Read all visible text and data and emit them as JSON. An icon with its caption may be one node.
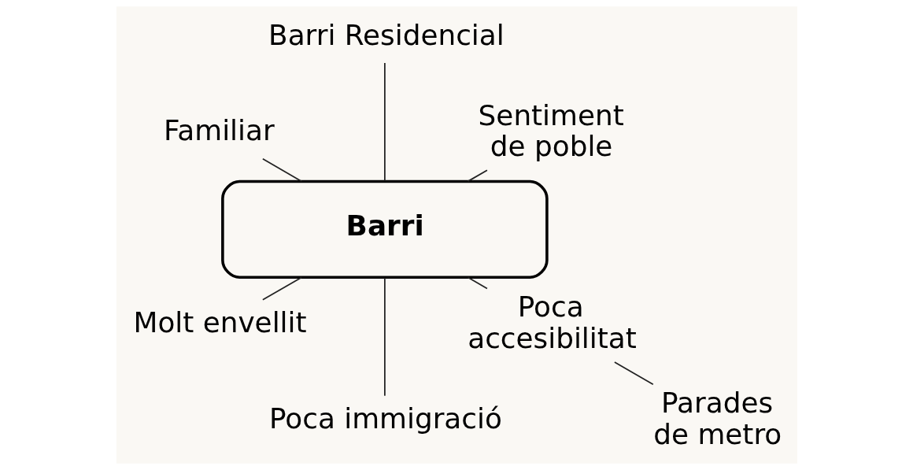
{
  "diagram": {
    "nodes": [
      {
        "text": [
          "Barri"
        ]
      },
      {
        "text": [
          "Sentiment de poble"
        ]
      },
      {
        "text": [
          "Barri Residencial"
        ]
      },
      {
        "text": [
          "Familiar"
        ]
      },
      {
        "text": [
          "Molt envellit"
        ]
      },
      {
        "text": [
          "Poca immigració"
        ]
      },
      {
        "text": [
          "Poca accesibilitat"
        ]
      },
      {
        "text": [
          "Parades de metro"
        ]
      }
    ],
    "edges": [
      {
        "from": 0,
        "to": 1,
        "arrow": "none"
      },
      {
        "from": 0,
        "to": 2,
        "arrow": "none"
      },
      {
        "from": 0,
        "to": 3,
        "arrow": "none"
      },
      {
        "from": 0,
        "to": 4,
        "arrow": "none"
      },
      {
        "from": 0,
        "to": 5,
        "arrow": "none"
      },
      {
        "from": 0,
        "to": 6,
        "arrow": "none"
      },
      {
        "from": 6,
        "to": 7,
        "arrow": "none"
      }
    ]
  }
}
